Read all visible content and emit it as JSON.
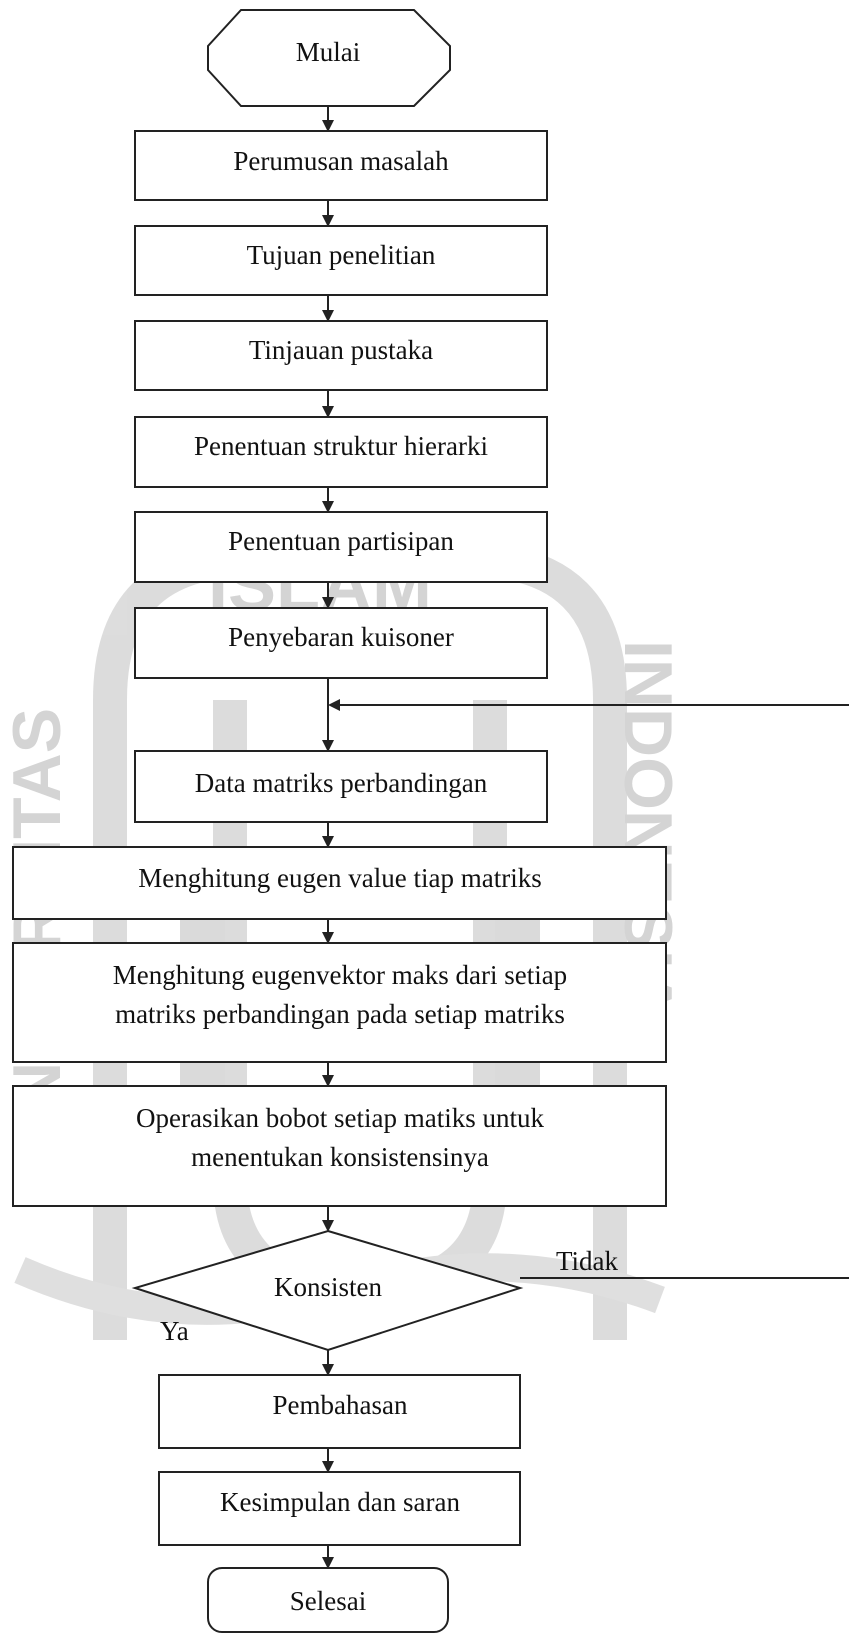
{
  "flowchart": {
    "start": "Mulai",
    "steps": [
      "Perumusan masalah",
      "Tujuan penelitian",
      "Tinjauan pustaka",
      "Penentuan struktur hierarki",
      "Penentuan partisipan",
      "Penyebaran kuisoner",
      "Data matriks perbandingan",
      "Menghitung eugen value tiap matriks"
    ],
    "step_eigenvector": [
      "Menghitung eugenvektor maks dari setiap",
      "matriks perbandingan pada setiap matriks"
    ],
    "step_operate": [
      "Operasikan bobot setiap matiks untuk",
      "menentukan konsistensinya"
    ],
    "decision": "Konsisten",
    "yes_label": "Ya",
    "no_label": "Tidak",
    "after_steps": [
      "Pembahasan",
      "Kesimpulan dan saran"
    ],
    "end": "Selesai"
  },
  "watermark": {
    "left_text": "UNIVERSITAS",
    "top_text": "ISLAM",
    "right_text": "INDONESIA"
  }
}
